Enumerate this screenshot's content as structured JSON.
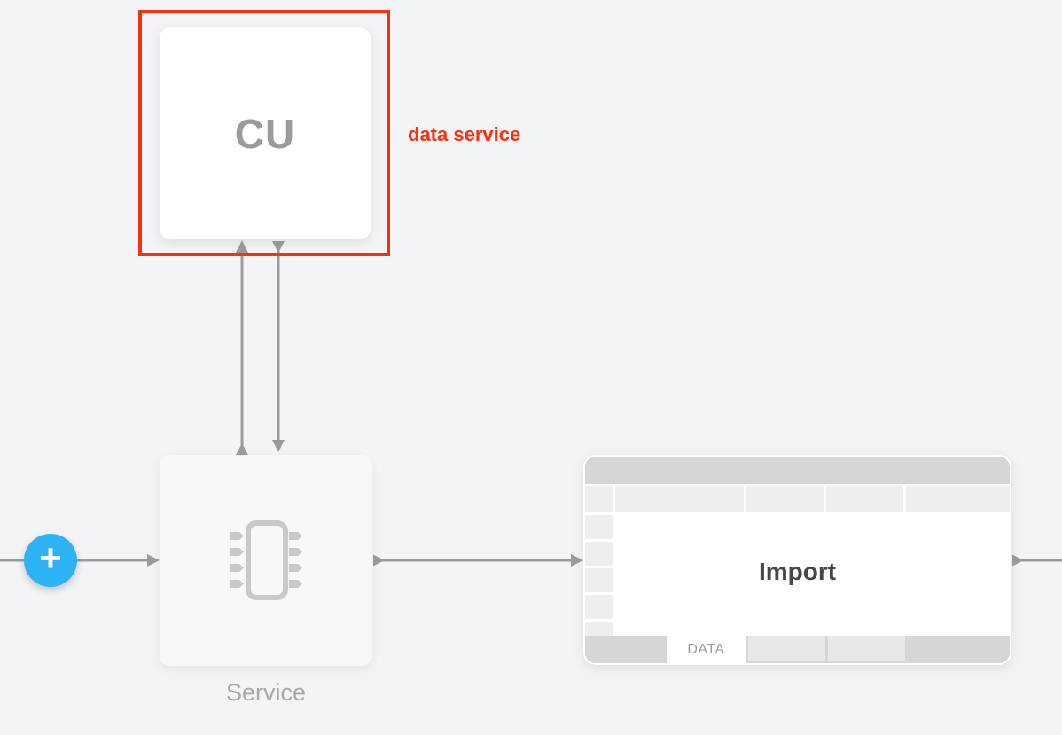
{
  "canvas": {
    "background": "#f3f4f6",
    "edge_color": "#9b9b9b"
  },
  "annotation": {
    "text": "data service",
    "color": "#f53110"
  },
  "selection": {
    "color": "#f53110",
    "target": "CU node"
  },
  "add_button": {
    "glyph": "+",
    "color": "#2db3f5"
  },
  "nodes": {
    "cu": {
      "label": "CU"
    },
    "service": {
      "label": "Service",
      "icon": "chip-icon"
    },
    "import": {
      "title": "Import",
      "active_sheet_tab": "DATA"
    }
  }
}
